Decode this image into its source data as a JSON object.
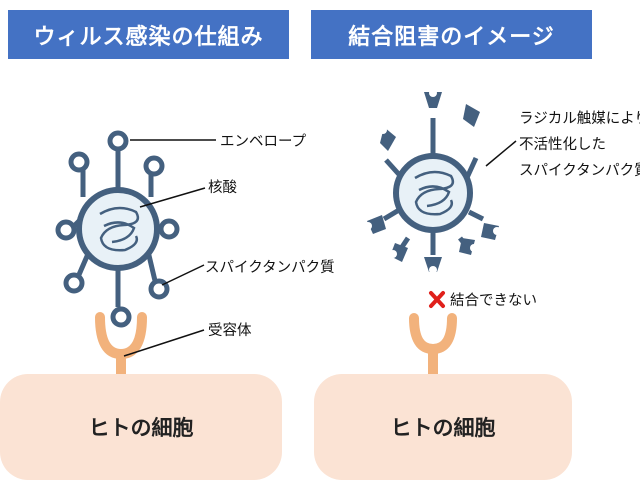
{
  "left_panel": {
    "title": "ウィルス感染の仕組み",
    "labels": {
      "envelope": "エンベロープ",
      "nucleic_acid": "核酸",
      "spike_protein": "スパイクタンパク質",
      "receptor": "受容体"
    },
    "cell_label": "ヒトの細胞"
  },
  "right_panel": {
    "title": "結合阻害のイメージ",
    "inactivated_label": [
      "ラジカル触媒により",
      "不活性化した",
      "スパイクタンパク質"
    ],
    "no_binding_label": "結合できない",
    "cell_label": "ヒトの細胞"
  },
  "colors": {
    "title_bg": "#4472c4",
    "virus_stroke": "#44607f",
    "virus_fill": "#e8f1f7",
    "receptor": "#f2b27c",
    "cell_bg": "#fbe3d4",
    "cross": "#e0201b"
  }
}
